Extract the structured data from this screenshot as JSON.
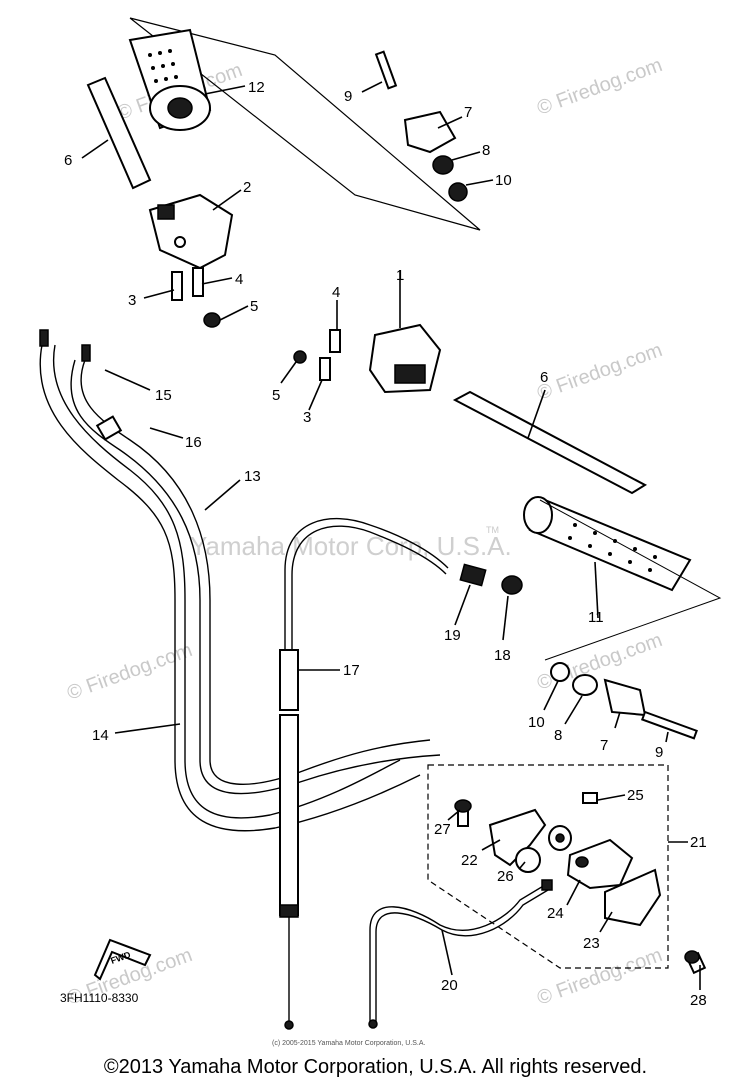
{
  "diagram": {
    "code": "3FH1110-8330",
    "watermark_center": "Yamaha Motor Corp, U.S.A.",
    "watermark_tm": "TM",
    "watermark_tiles": "© Firedog.com",
    "fwd_label": "FWD",
    "small_copyright": "(c) 2005-2015 Yamaha Motor Corporation, U.S.A.",
    "callouts": [
      {
        "id": "c12",
        "label": "12"
      },
      {
        "id": "c9a",
        "label": "9"
      },
      {
        "id": "c7a",
        "label": "7"
      },
      {
        "id": "c8a",
        "label": "8"
      },
      {
        "id": "c10a",
        "label": "10"
      },
      {
        "id": "c6a",
        "label": "6"
      },
      {
        "id": "c2",
        "label": "2"
      },
      {
        "id": "c4a",
        "label": "4"
      },
      {
        "id": "c3a",
        "label": "3"
      },
      {
        "id": "c5a",
        "label": "5"
      },
      {
        "id": "c1",
        "label": "1"
      },
      {
        "id": "c4b",
        "label": "4"
      },
      {
        "id": "c5b",
        "label": "5"
      },
      {
        "id": "c3b",
        "label": "3"
      },
      {
        "id": "c6b",
        "label": "6"
      },
      {
        "id": "c15",
        "label": "15"
      },
      {
        "id": "c16",
        "label": "16"
      },
      {
        "id": "c13",
        "label": "13"
      },
      {
        "id": "c19",
        "label": "19"
      },
      {
        "id": "c18",
        "label": "18"
      },
      {
        "id": "c11",
        "label": "11"
      },
      {
        "id": "c17",
        "label": "17"
      },
      {
        "id": "c14",
        "label": "14"
      },
      {
        "id": "c10b",
        "label": "10"
      },
      {
        "id": "c8b",
        "label": "8"
      },
      {
        "id": "c7b",
        "label": "7"
      },
      {
        "id": "c9b",
        "label": "9"
      },
      {
        "id": "c25",
        "label": "25"
      },
      {
        "id": "c21",
        "label": "21"
      },
      {
        "id": "c27",
        "label": "27"
      },
      {
        "id": "c22",
        "label": "22"
      },
      {
        "id": "c26",
        "label": "26"
      },
      {
        "id": "c24",
        "label": "24"
      },
      {
        "id": "c23",
        "label": "23"
      },
      {
        "id": "c20",
        "label": "20"
      },
      {
        "id": "c28",
        "label": "28"
      }
    ]
  },
  "footer": {
    "copyright": "©2013 Yamaha Motor Corporation, U.S.A. All rights reserved."
  }
}
